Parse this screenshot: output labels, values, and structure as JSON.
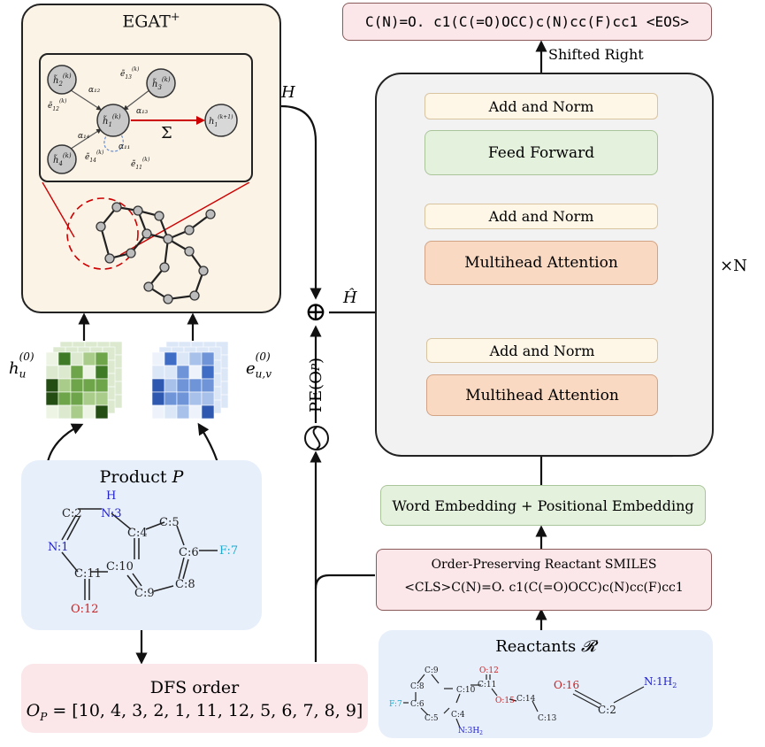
{
  "egat": {
    "title": "EGAT",
    "title_sup": "+",
    "inset": {
      "node_center": "h̃",
      "node_center_sub": "1",
      "node_center_sup": "(k)",
      "node_2": "h̃",
      "node_2_sub": "2",
      "node_2_sup": "(k)",
      "node_3": "h̃",
      "node_3_sub": "3",
      "node_3_sup": "(k)",
      "node_4": "h̃",
      "node_4_sub": "4",
      "node_4_sup": "(k)",
      "node_out": "h",
      "node_out_sub": "1",
      "node_out_sup": "(k+1)",
      "alpha_12": "α₁₂",
      "alpha_13": "α₁₃",
      "alpha_14": "α₁₄",
      "alpha_11": "α₁₁",
      "edge_12": "ẽ",
      "edge_12_sub": "12",
      "edge_12_sup": "(k)",
      "edge_13": "ẽ",
      "edge_13_sub": "13",
      "edge_13_sup": "(k)",
      "edge_14": "ẽ",
      "edge_14_sub": "14",
      "edge_14_sup": "(k)",
      "edge_11": "ẽ",
      "edge_11_sub": "11",
      "edge_11_sup": "(k)",
      "sum_symbol": "Σ"
    }
  },
  "features": {
    "node_label": "h",
    "node_sub": "u",
    "node_sup": "(0)",
    "edge_label": "e",
    "edge_sub": "u,v",
    "edge_sup": "(0)",
    "node_color": "#5a9a3a",
    "edge_color": "#4a78c8"
  },
  "product": {
    "title_prefix": "Product ",
    "title_var": "P",
    "atoms": {
      "c2": "C:2",
      "n3": "N:3",
      "n3_h": "H",
      "n1": "N:1",
      "c4": "C:4",
      "c5": "C:5",
      "c6": "C:6",
      "f7": "F:7",
      "c10": "C:10",
      "c11": "C:11",
      "c8": "C:8",
      "c9": "C:9",
      "o12": "O:12"
    }
  },
  "dfs": {
    "title": "DFS order",
    "formula": "O",
    "formula_sub": "P",
    "formula_rest": " = [10, 4, 3, 2, 1, 11, 12, 5, 6, 7, 8, 9]"
  },
  "labels": {
    "H": "H",
    "H_hat": "Ĥ",
    "pe": "PE(O",
    "pe_sub": "P",
    "pe_close": ")",
    "times_n": "×N",
    "shifted": "Shifted Right",
    "oplus": "⊕"
  },
  "transformer": {
    "output": "C(N)=O. c1(C(=O)OCC)c(N)cc(F)cc1 <EOS>",
    "add_norm": "Add and Norm",
    "feed_forward": "Feed Forward",
    "mha": "Multihead Attention",
    "embedding": "Word Embedding + Positional Embedding",
    "order_title": "Order-Preserving Reactant SMILES",
    "order_smiles": "<CLS>C(N)=O. c1(C(=O)OCC)c(N)cc(F)cc1"
  },
  "reactants": {
    "title_prefix": "Reactants ",
    "title_var": "𝓡",
    "atoms": {
      "c9": "C:9",
      "c8": "C:8",
      "c10": "C:10",
      "c11": "C:11",
      "o12": "O:12",
      "f7": "F:7",
      "c6": "C:6",
      "c5": "C:5",
      "c4": "C:4",
      "o15": "O:15",
      "c14": "C:14",
      "c13": "C:13",
      "n3h2": "N:3H",
      "n3h2_sub": "2",
      "o16": "O:16",
      "n1h2": "N:1H",
      "n1h2_sub": "2",
      "c2": "C:2"
    }
  }
}
